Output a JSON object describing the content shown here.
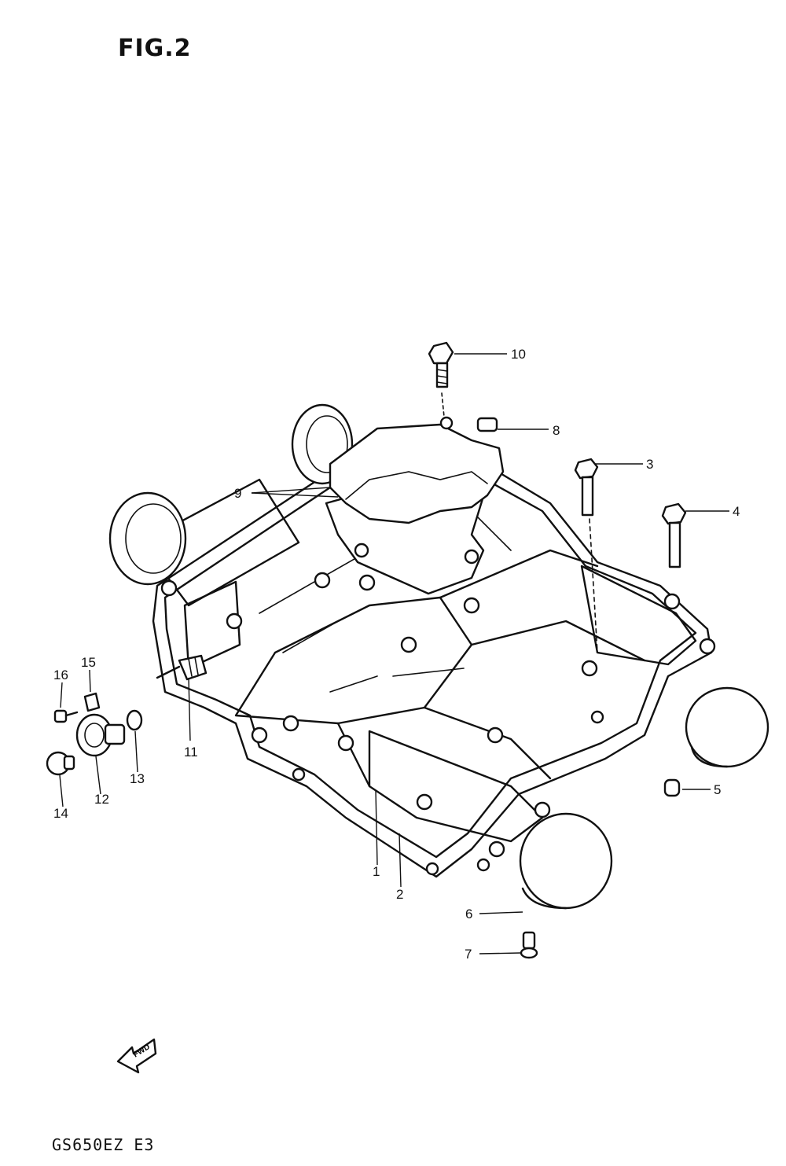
{
  "figure": {
    "title": "FIG.2"
  },
  "footer": {
    "model_code": "GS650EZ  E3"
  },
  "fwd_badge": {
    "text": "FWD"
  },
  "callouts": [
    {
      "id": "1",
      "label": "1"
    },
    {
      "id": "2",
      "label": "2"
    },
    {
      "id": "3",
      "label": "3"
    },
    {
      "id": "4",
      "label": "4"
    },
    {
      "id": "5",
      "label": "5"
    },
    {
      "id": "6",
      "label": "6"
    },
    {
      "id": "7",
      "label": "7"
    },
    {
      "id": "8",
      "label": "8"
    },
    {
      "id": "9",
      "label": "9"
    },
    {
      "id": "10",
      "label": "10"
    },
    {
      "id": "11",
      "label": "11"
    },
    {
      "id": "12",
      "label": "12"
    },
    {
      "id": "13",
      "label": "13"
    },
    {
      "id": "14",
      "label": "14"
    },
    {
      "id": "15",
      "label": "15"
    },
    {
      "id": "16",
      "label": "16"
    }
  ]
}
